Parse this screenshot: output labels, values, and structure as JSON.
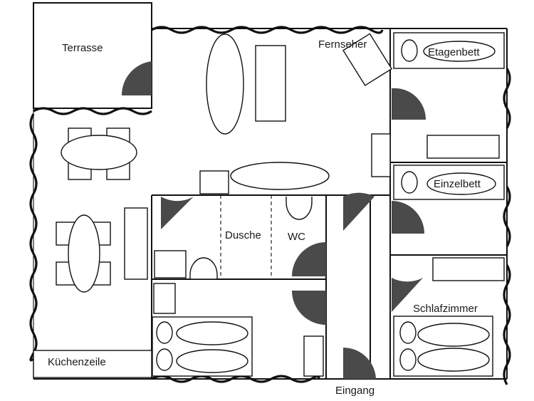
{
  "labels": {
    "terrasse": "Terrasse",
    "fernseher": "Fernseher",
    "etagenbett": "Etagenbett",
    "einzelbett": "Einzelbett",
    "dusche": "Dusche",
    "wc": "WC",
    "schlafzimmer": "Schlafzimmer",
    "kuechenzeile": "Küchenzeile",
    "eingang": "Eingang"
  }
}
